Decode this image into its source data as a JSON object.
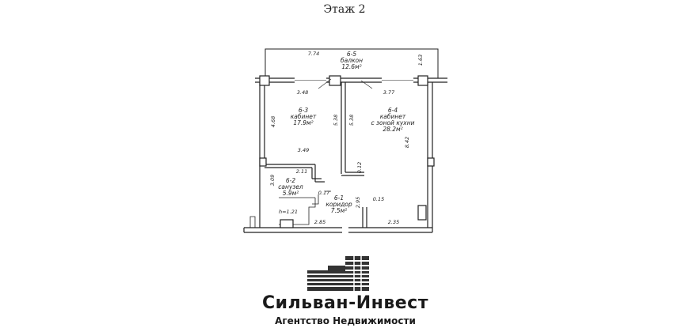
{
  "floor_title": "Этаж 2",
  "rooms": {
    "balcony": {
      "number": "6-5",
      "name": "балкон",
      "area": "12.6м²"
    },
    "office": {
      "number": "6-3",
      "name": "кабинет",
      "area": "17.9м²"
    },
    "kitchen_office": {
      "number": "6-4",
      "name_line1": "кабинет",
      "name_line2": "с зоной кухни",
      "area": "28.2м²"
    },
    "bathroom": {
      "number": "6-2",
      "name": "санузел",
      "area": "5.9м²"
    },
    "corridor": {
      "number": "6-1",
      "name": "коридор",
      "area": "7.5м²"
    }
  },
  "dimensions": {
    "balcony_width": "7.74",
    "balcony_depth": "1.63",
    "office_window": "3.48",
    "kitchen_window": "3.77",
    "office_height": "4.68",
    "partition_left": "5.38",
    "partition_right": "5.38",
    "kitchen_height": "8.42",
    "office_width": "3.49",
    "bathroom_top": "2.11",
    "bathroom_height": "3.09",
    "wall_stub": "0.12",
    "step": "0.17",
    "corridor_height": "2.95",
    "corridor_small": "0.15",
    "bottom_left": "2.85",
    "bottom_right": "2.35",
    "ceiling_mark": "h=1.21"
  },
  "logo": {
    "name": "Сильван-Инвест",
    "subtitle": "Агентство Недвижимости"
  }
}
